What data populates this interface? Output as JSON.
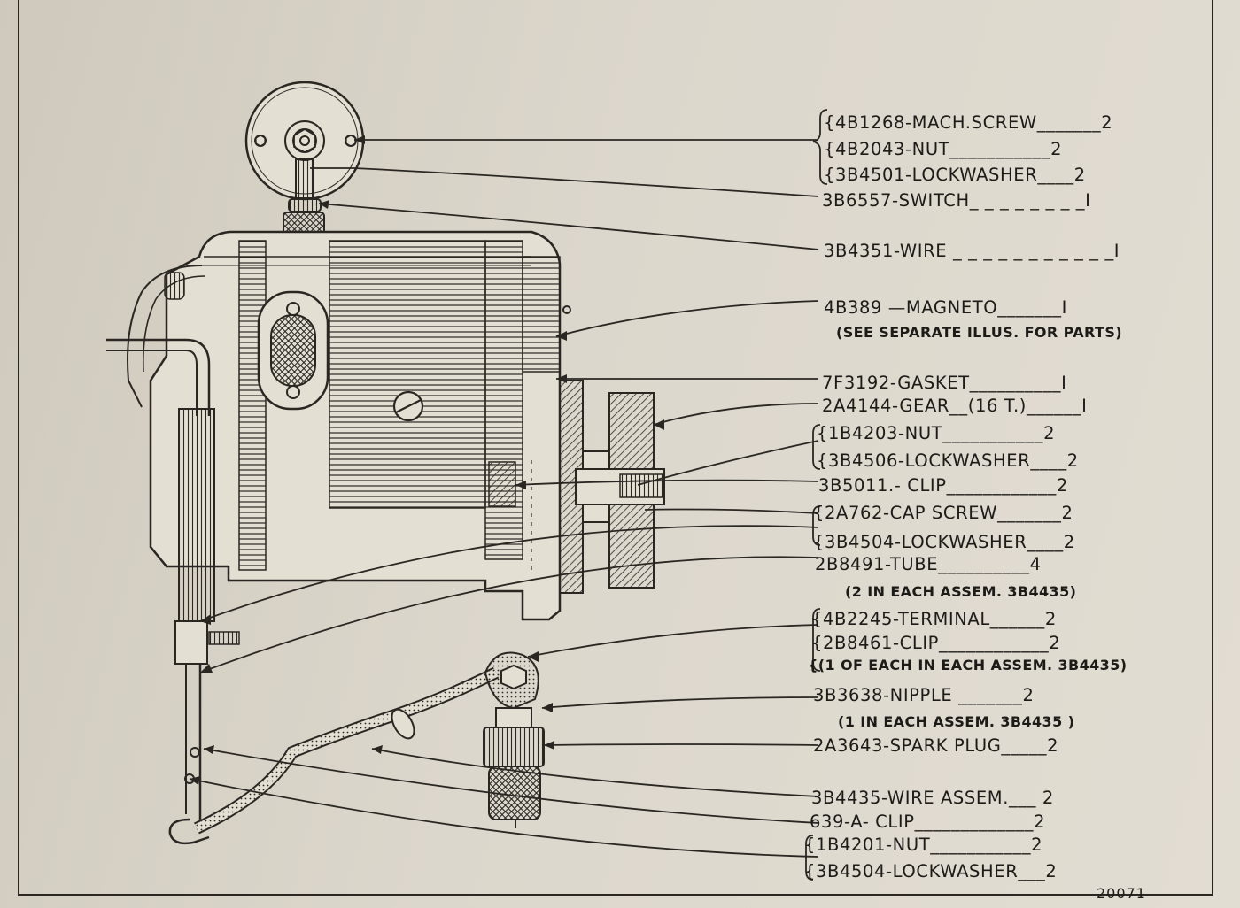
{
  "parts": [
    {
      "key": "p01",
      "text": "{4B1268-MACH.SCREW_______2"
    },
    {
      "key": "p02",
      "text": "{4B2043-NUT___________2"
    },
    {
      "key": "p03",
      "text": "{3B4501-LOCKWASHER____2"
    },
    {
      "key": "p04",
      "text": "3B6557-SWITCH_ _ _ _ _ _ _ _I"
    },
    {
      "key": "p05",
      "text": "3B4351-WIRE _ _ _ _ _ _ _ _ _ _ _I"
    },
    {
      "key": "p06",
      "text": "4B389 —MAGNETO_______I"
    },
    {
      "key": "p07",
      "text": "(SEE SEPARATE ILLUS. FOR PARTS)"
    },
    {
      "key": "p08",
      "text": "7F3192-GASKET__________I"
    },
    {
      "key": "p09",
      "text": "2A4144-GEAR__(16 T.)______I"
    },
    {
      "key": "p10",
      "text": "{1B4203-NUT___________2"
    },
    {
      "key": "p11",
      "text": "{3B4506-LOCKWASHER____2"
    },
    {
      "key": "p12",
      "text": "3B5011.- CLIP____________2"
    },
    {
      "key": "p13",
      "text": "{2A762-CAP SCREW_______2"
    },
    {
      "key": "p14",
      "text": "{3B4504-LOCKWASHER____2"
    },
    {
      "key": "p15",
      "text": "2B8491-TUBE__________4"
    },
    {
      "key": "p16",
      "text": "(2 IN EACH ASSEM. 3B4435)"
    },
    {
      "key": "p17",
      "text": "{4B2245-TERMINAL______2"
    },
    {
      "key": "p18",
      "text": "{2B8461-CLIP____________2"
    },
    {
      "key": "p19",
      "text": "{(1 OF EACH IN EACH ASSEM. 3B4435)"
    },
    {
      "key": "p20",
      "text": "3B3638-NIPPLE _______2"
    },
    {
      "key": "p21",
      "text": "(1 IN EACH ASSEM. 3B4435 )"
    },
    {
      "key": "p22",
      "text": "2A3643-SPARK PLUG_____2"
    },
    {
      "key": "p23",
      "text": "3B4435-WIRE ASSEM.___ 2"
    },
    {
      "key": "p24",
      "text": "639-A- CLIP_____________2"
    },
    {
      "key": "p25",
      "text": "{1B4201-NUT___________2"
    },
    {
      "key": "p26",
      "text": "{3B4504-LOCKWASHER___2"
    }
  ],
  "figure_number": "20071"
}
